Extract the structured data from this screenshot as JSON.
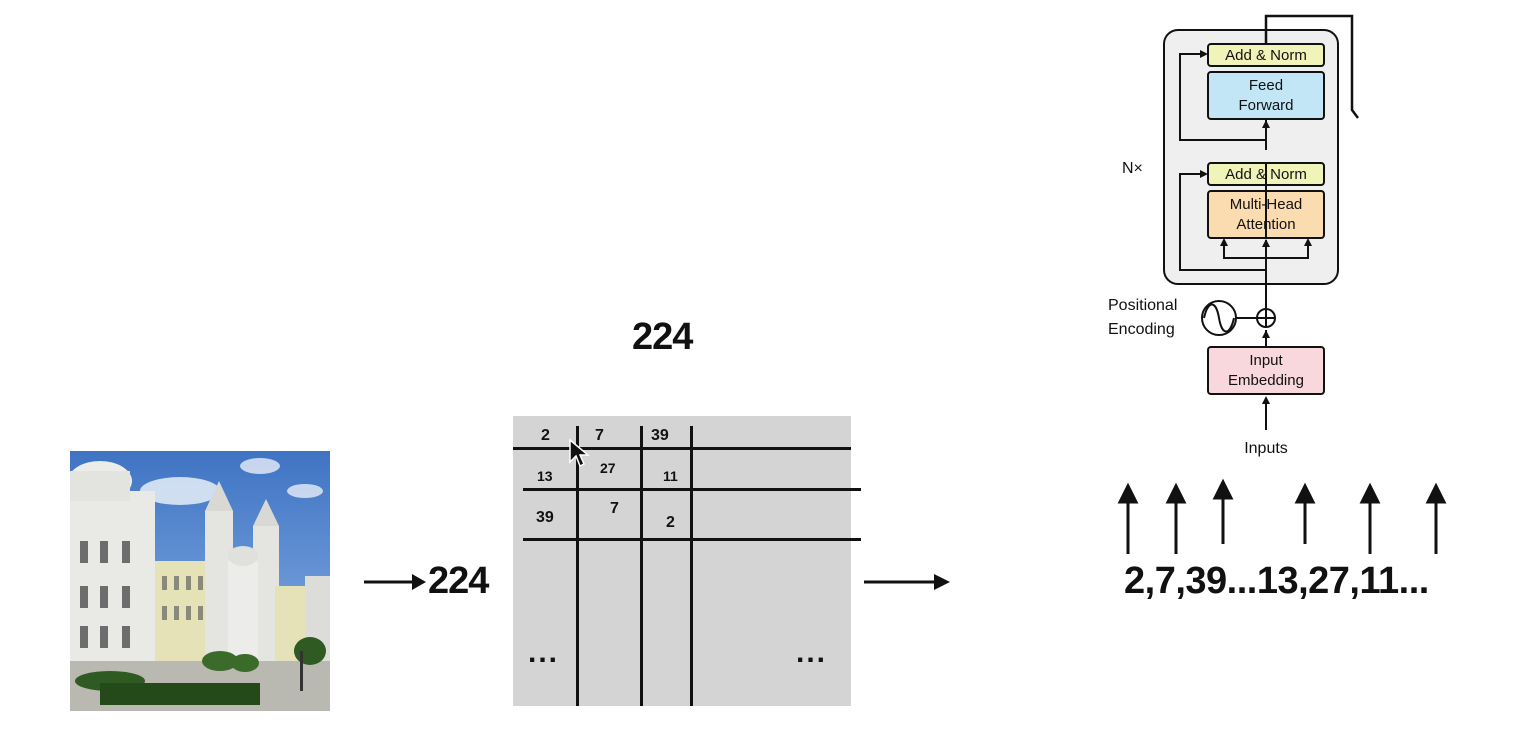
{
  "image_dim_left": "224",
  "image_dim_top": "224",
  "grid": {
    "cells": [
      {
        "label": "2"
      },
      {
        "label": "7"
      },
      {
        "label": "39"
      },
      {
        "label": "13"
      },
      {
        "label": "27"
      },
      {
        "label": "11"
      },
      {
        "label": "39"
      },
      {
        "label": "7"
      },
      {
        "label": "2"
      }
    ],
    "ellipsis_left": "...",
    "ellipsis_right": "..."
  },
  "token_sequence": "2,7,39...13,27,11...",
  "transformer": {
    "repeat_label": "N×",
    "add_norm_top": "Add & Norm",
    "feed_forward_line1": "Feed",
    "feed_forward_line2": "Forward",
    "add_norm_bottom": "Add & Norm",
    "attention_line1": "Multi-Head",
    "attention_line2": "Attention",
    "pos_enc_line1": "Positional",
    "pos_enc_line2": "Encoding",
    "embedding_line1": "Input",
    "embedding_line2": "Embedding",
    "inputs_label": "Inputs"
  },
  "colors": {
    "add_norm": "#f1f4b8",
    "feed_forward": "#c2e6f6",
    "attention": "#fbdcb0",
    "embedding": "#f8d7dd",
    "encoder_bg": "#efefef",
    "grid_bg": "#d4d4d4"
  }
}
